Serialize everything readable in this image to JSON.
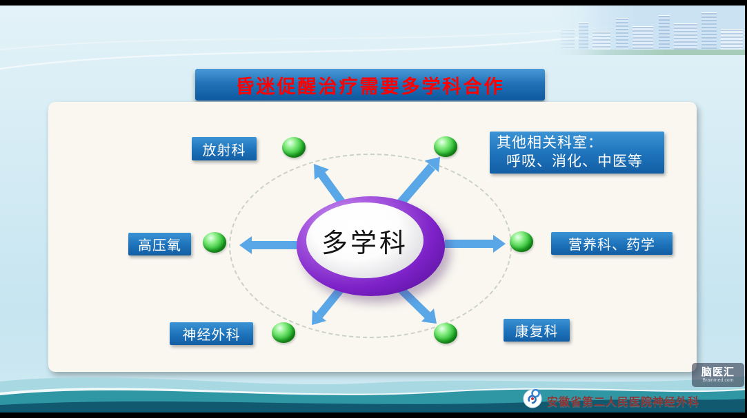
{
  "slide": {
    "title": "昏迷促醒治疗需要多学科合作",
    "hub_label": "多学科",
    "labels": {
      "radiology": "放射科",
      "other_line1": "其他相关科室：",
      "other_line2": "呼吸、消化、中医等",
      "hyperbaric_oxygen": "高压氧",
      "nutrition_pharmacy": "营养科、药学",
      "neurosurgery": "神经外科",
      "rehabilitation": "康复科"
    },
    "footer": {
      "affiliation": "安徽省第二人民医院神经外科"
    },
    "watermark": {
      "brand": "脑医汇",
      "brand_sub": "Brainmed.com"
    },
    "colors": {
      "title_text": "#ff0000",
      "title_bar": "#2272b8",
      "label_bg": "#1d72ba",
      "arrow": "#5aa7e8",
      "sphere_green": "#2eb637",
      "hub_ring_purple": "#7d22c8",
      "wave_teal": "#2f96a4",
      "footer_text": "#8c3434"
    },
    "icons": {
      "footer_logo": "brainmed-logo",
      "spheres": "green-bullet-sphere"
    }
  }
}
